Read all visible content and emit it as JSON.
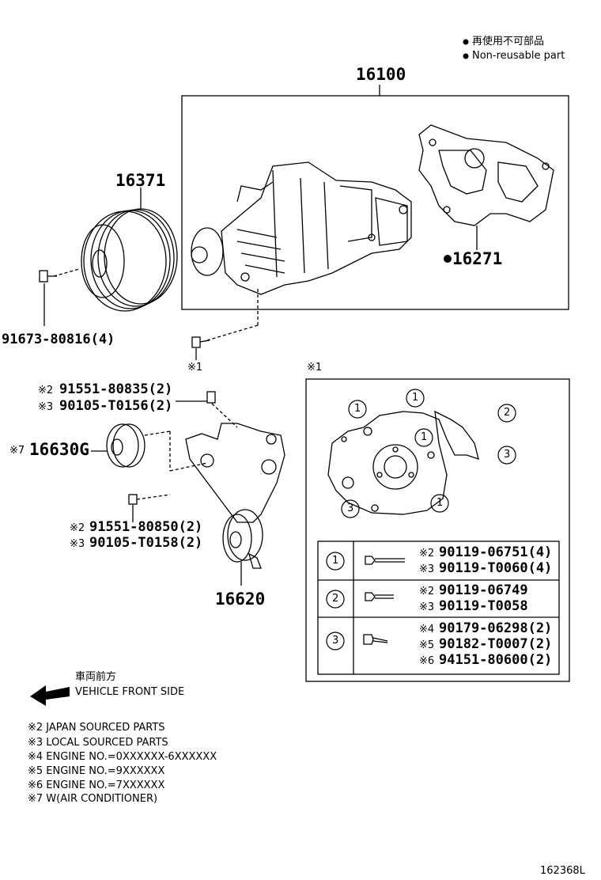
{
  "legend": {
    "dot_jp": "再使用不可部品",
    "dot_en": "Non-reusable part"
  },
  "labels": {
    "assy": "16100",
    "pulley": "16371",
    "gasket": "16271",
    "pulley_bolt": "91673-80816(4)",
    "mark1_a": "※1",
    "mark1_b": "※1",
    "idler": "16630G",
    "idler_mark": "※7",
    "tensioner": "16620",
    "bolt_top_1_mark": "※2",
    "bolt_top_1": "91551-80835(2)",
    "bolt_top_2_mark": "※3",
    "bolt_top_2": "90105-T0156(2)",
    "bolt_bot_1_mark": "※2",
    "bolt_bot_1": "91551-80850(2)",
    "bolt_bot_2_mark": "※3",
    "bolt_bot_2": "90105-T0158(2)"
  },
  "callouts": {
    "c1": "1",
    "c2": "2",
    "c3": "3"
  },
  "table": {
    "rows": [
      {
        "key": "1",
        "parts": [
          {
            "mark": "※2",
            "no": "90119-06751(4)"
          },
          {
            "mark": "※3",
            "no": "90119-T0060(4)"
          }
        ]
      },
      {
        "key": "2",
        "parts": [
          {
            "mark": "※2",
            "no": "90119-06749"
          },
          {
            "mark": "※3",
            "no": "90119-T0058"
          }
        ]
      },
      {
        "key": "3",
        "parts": [
          {
            "mark": "※4",
            "no": "90179-06298(2)"
          },
          {
            "mark": "※5",
            "no": "90182-T0007(2)"
          },
          {
            "mark": "※6",
            "no": "94151-80600(2)"
          }
        ]
      }
    ]
  },
  "front": {
    "jp": "車両前方",
    "en": "VEHICLE FRONT SIDE"
  },
  "notes": [
    "※2 JAPAN SOURCED PARTS",
    "※3 LOCAL SOURCED PARTS",
    "※4 ENGINE NO.=0XXXXXX-6XXXXXX",
    "※5 ENGINE NO.=9XXXXXX",
    "※6 ENGINE NO.=7XXXXXX",
    "※7 W(AIR CONDITIONER)"
  ],
  "figure_id": "162368L"
}
